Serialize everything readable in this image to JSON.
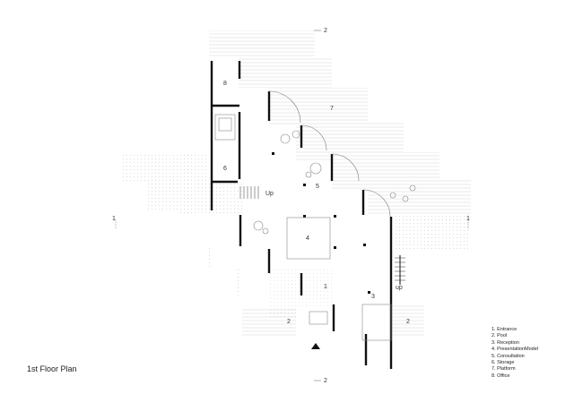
{
  "title": "1st Floor Plan",
  "section_markers": {
    "top": "2",
    "bottom": "2",
    "left": "1",
    "right": "1"
  },
  "room_numbers": [
    "8",
    "7",
    "6",
    "5",
    "4",
    "1",
    "3",
    "2",
    "2"
  ],
  "stair_labels": {
    "upper": "Up",
    "lower": "up"
  },
  "legend": [
    "1. Entrance",
    "2. Pool",
    "3. Reception",
    "4. PresentationModel",
    "5. Consultation",
    "6. Storage",
    "7. Platform",
    "8. Office"
  ]
}
